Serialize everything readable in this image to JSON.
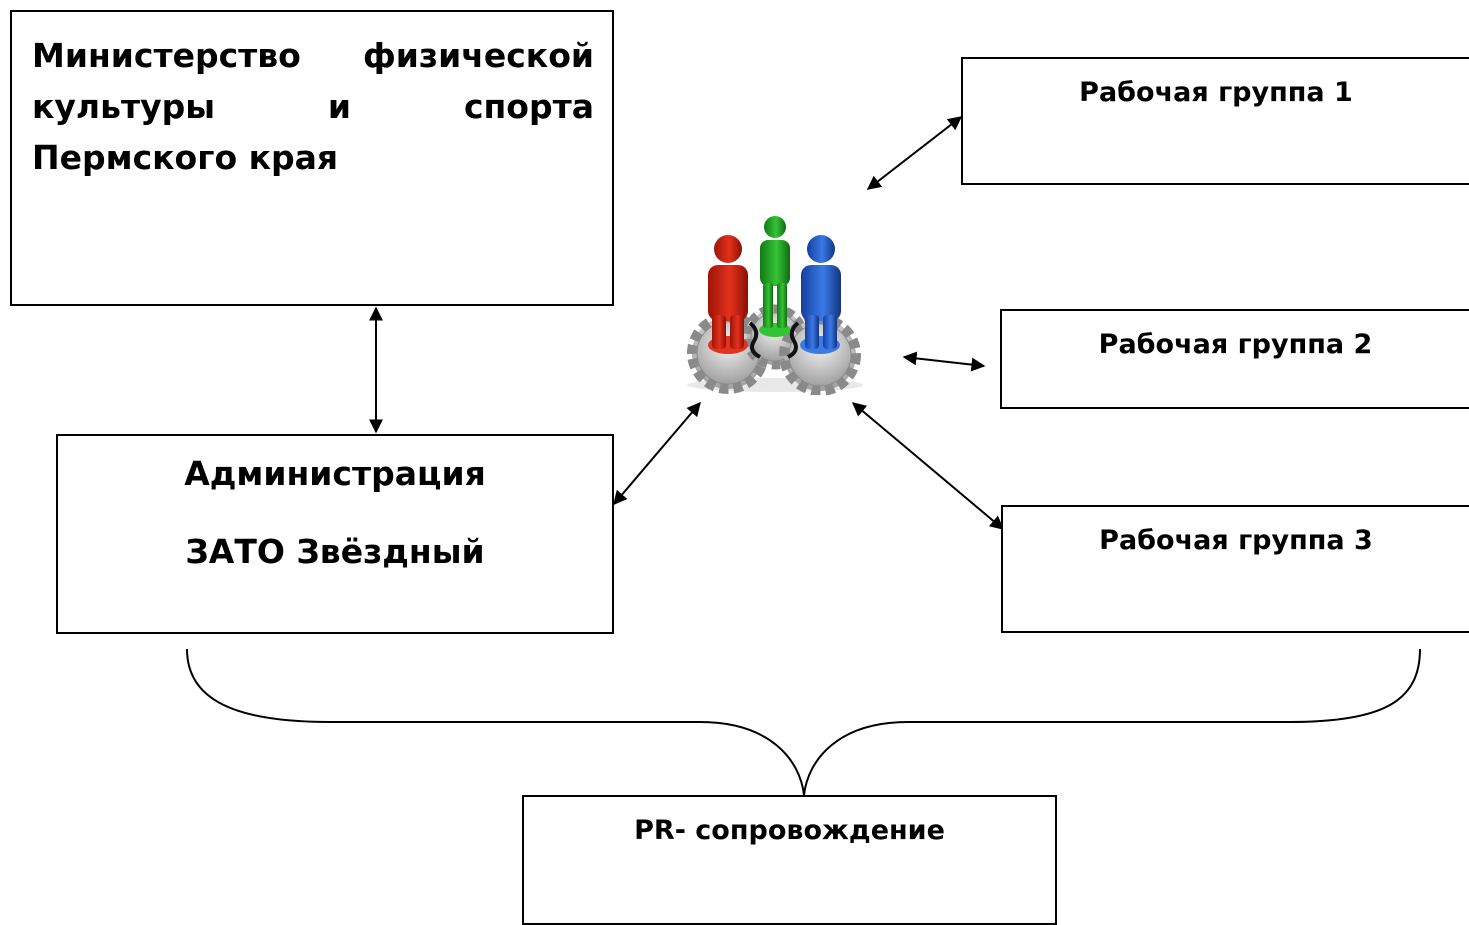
{
  "boxes": {
    "ministry": "Министерство физической культуры и спорта Пермского края",
    "admin_line1": "Администрация",
    "admin_line2": "ЗАТО Звёздный",
    "wg1": "Рабочая группа 1",
    "wg2": "Рабочая группа 2",
    "wg3": "Рабочая группа 3",
    "pr": "PR- сопровождение"
  },
  "icon": "teamwork-people-on-gears-icon"
}
